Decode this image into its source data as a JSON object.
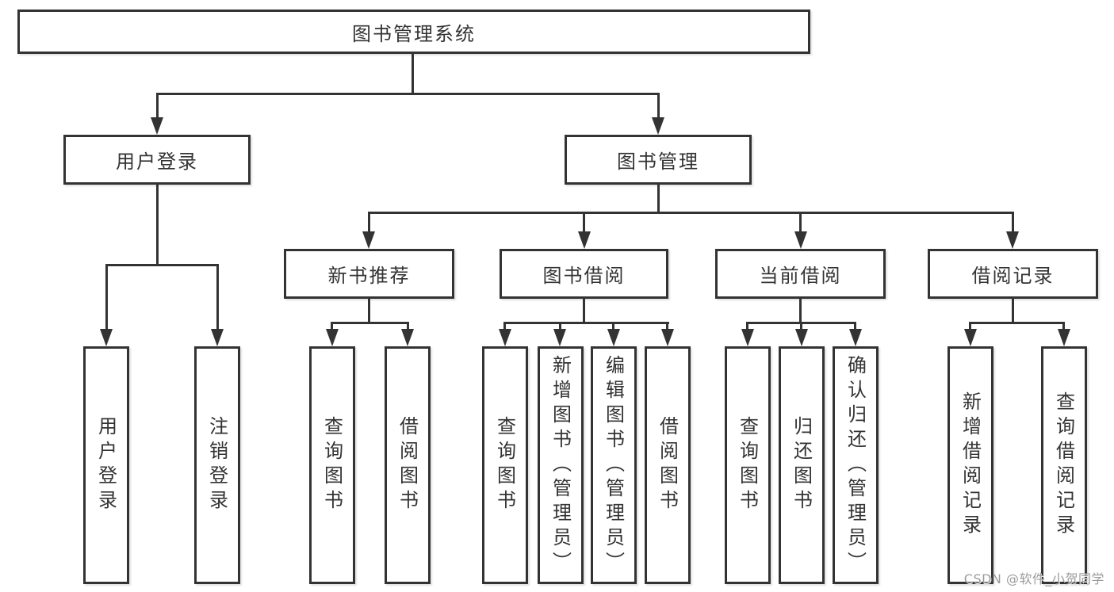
{
  "diagram": {
    "root": {
      "label": "图书管理系统"
    },
    "level2": [
      {
        "label": "用户登录"
      },
      {
        "label": "图书管理"
      }
    ],
    "level3": [
      {
        "label": "新书推荐"
      },
      {
        "label": "图书借阅"
      },
      {
        "label": "当前借阅"
      },
      {
        "label": "借阅记录"
      }
    ],
    "leaves": [
      {
        "label": "用户登录"
      },
      {
        "label": "注销登录"
      },
      {
        "label": "查询图书"
      },
      {
        "label": "借阅图书"
      },
      {
        "label": "查询图书"
      },
      {
        "label": "新增图书（管理员）"
      },
      {
        "label": "编辑图书（管理员）"
      },
      {
        "label": "借阅图书"
      },
      {
        "label": "查询图书"
      },
      {
        "label": "归还图书"
      },
      {
        "label": "确认归还（管理员）"
      },
      {
        "label": "新增借阅记录"
      },
      {
        "label": "查询借阅记录"
      }
    ]
  },
  "watermark": {
    "text": "CSDN @软件_小贺同学"
  },
  "colors": {
    "line": "#333333",
    "text": "#333333",
    "background": "#ffffff",
    "watermark": "#9b9b9b"
  }
}
